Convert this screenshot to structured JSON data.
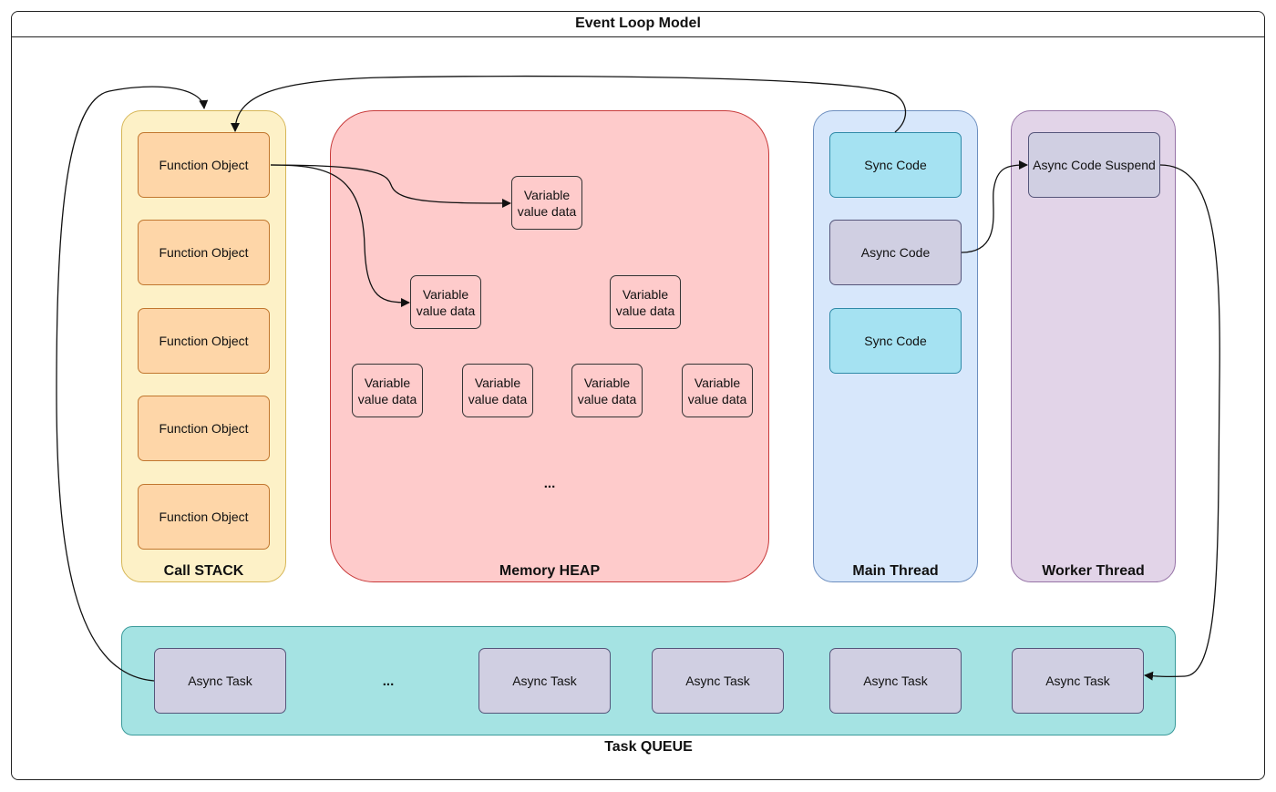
{
  "title": "Event Loop Model",
  "call_stack": {
    "label": "Call STACK",
    "items": [
      "Function Object",
      "Function Object",
      "Function Object",
      "Function Object",
      "Function Object"
    ]
  },
  "memory_heap": {
    "label": "Memory HEAP",
    "var_label_line1": "Variable",
    "var_label_line2": "value data",
    "ellipsis": "..."
  },
  "main_thread": {
    "label": "Main Thread",
    "items": [
      "Sync Code",
      "Async Code",
      "Sync Code"
    ]
  },
  "worker_thread": {
    "label": "Worker Thread",
    "items": [
      "Async Code Suspend"
    ]
  },
  "task_queue": {
    "label": "Task QUEUE",
    "items": [
      "Async Task",
      "Async Task",
      "Async Task",
      "Async Task",
      "Async Task"
    ],
    "ellipsis": "..."
  },
  "colors": {
    "stack_fill": "#fdf1c7",
    "heap_fill": "#fecbcb",
    "main_fill": "#d7e7fb",
    "worker_fill": "#e2d4e8",
    "queue_fill": "#a5e3e3",
    "function_fill": "#fed6a8",
    "sync_fill": "#a5e2f2",
    "async_fill": "#d0cfe2"
  }
}
